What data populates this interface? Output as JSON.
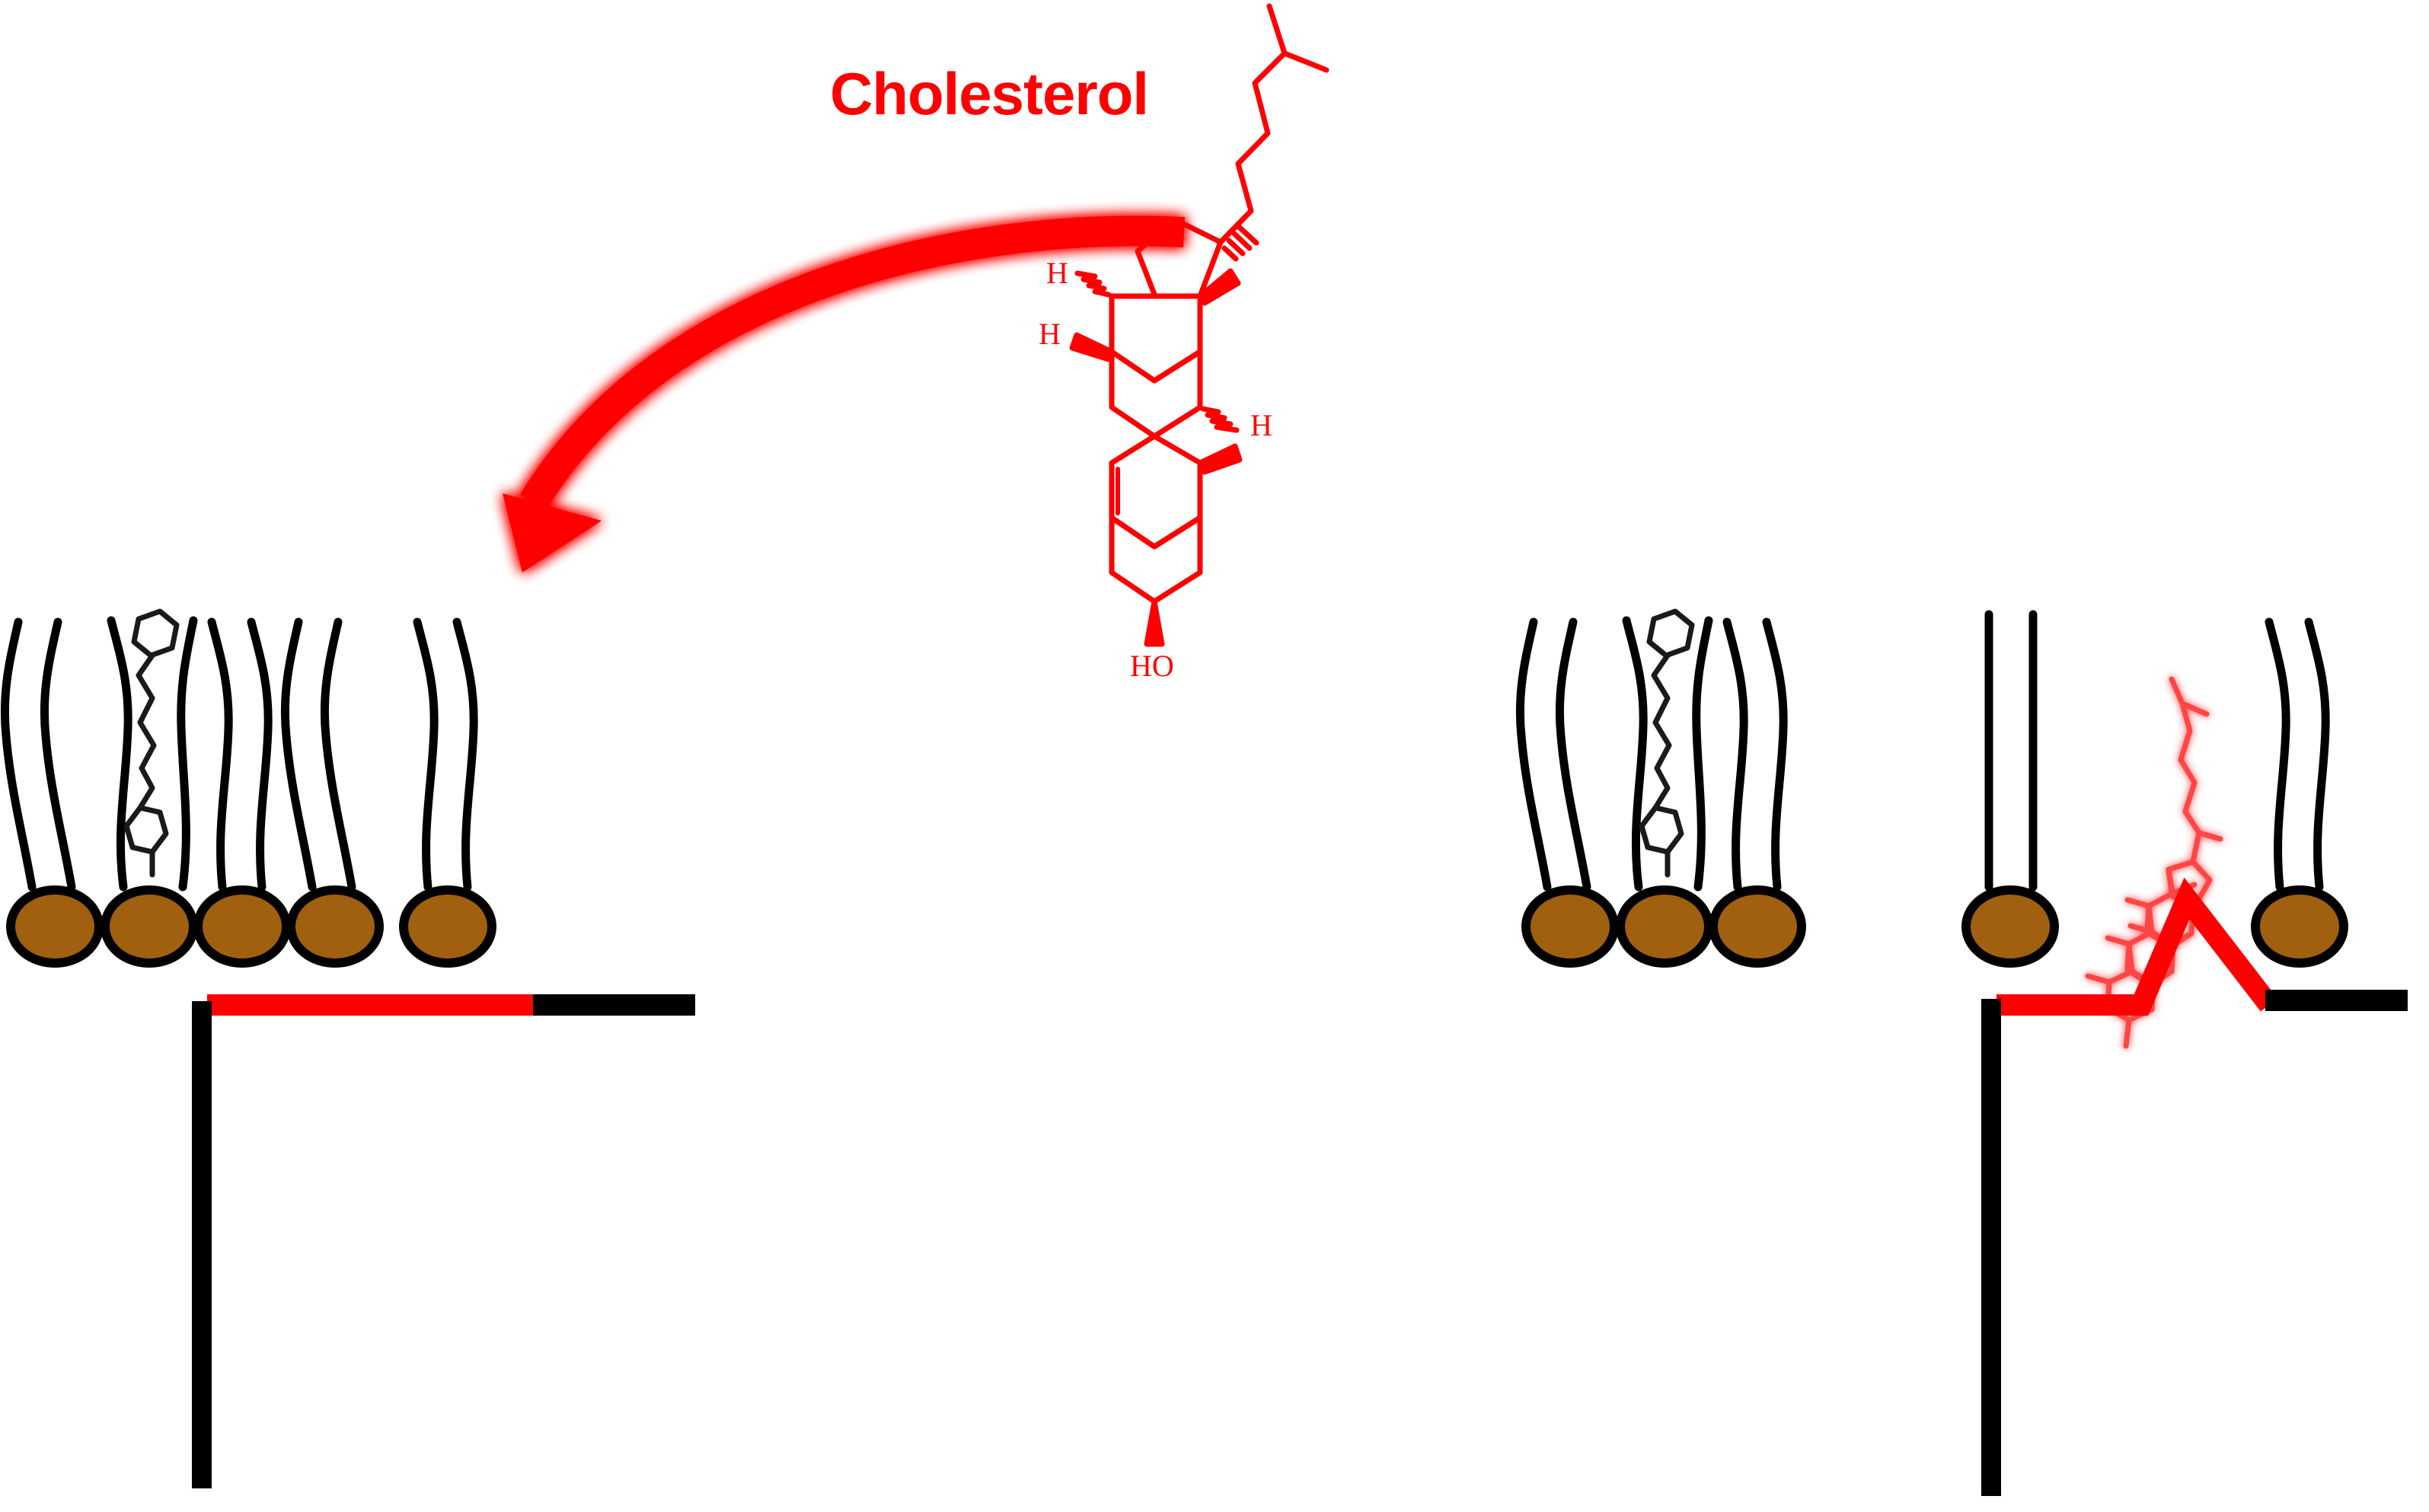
{
  "figure": {
    "kind": "scientific-diagram",
    "subject": "Cholesterol ordering effect on a lipid monolayer",
    "background_color": "#FFFFFF"
  },
  "title": {
    "label": "Cholesterol",
    "color": "#FF0000"
  },
  "colors": {
    "red": "#FF0000",
    "light_red": "#FF4444",
    "black": "#000000",
    "lipid_head_fill": "#A0600F",
    "lipid_head_stroke": "#000000",
    "white": "#FFFFFF"
  },
  "arrow": {
    "name": "cholesterol-insertion-arrow",
    "color": "#FF0000",
    "description": "curved arrow from cholesterol structure down-left into the disordered membrane",
    "has_glow": true
  },
  "molecule_large": {
    "name": "cholesterol-structure",
    "color": "#FF0000",
    "hydroxyl_label": "HO",
    "stereo_labels": [
      "H",
      "H",
      "H"
    ],
    "rings": 4,
    "description": "cholesterol skeletal formula with steroid ring system, isooctyl side chain, 3-beta hydroxyl"
  },
  "molecule_small": {
    "name": "cholesterol-in-membrane",
    "color": "#FF4444",
    "description": "small cholesterol inserted between lipid tails in the ordered membrane"
  },
  "panels": [
    {
      "id": "left",
      "name": "disordered-membrane-panel",
      "lipid_count": 5,
      "tail_state": "disordered",
      "probe": {
        "name": "membrane-probe-molecule",
        "rings": 2,
        "description": "two-ring probe with zigzag linker inside second lipid"
      },
      "baseline": {
        "name": "left-baseline",
        "red_segment": true,
        "black_segment": true,
        "shape": "flat"
      },
      "axis": {
        "name": "left-vertical-axis",
        "color": "#000000"
      }
    },
    {
      "id": "right",
      "name": "ordered-membrane-panel",
      "lipid_count": 5,
      "tail_state": "partially-ordered",
      "straight_tail_lipid_index": 4,
      "probe": {
        "name": "membrane-probe-molecule",
        "rings": 2,
        "description": "two-ring probe with zigzag linker inside second lipid"
      },
      "baseline": {
        "name": "right-baseline",
        "red_segment": true,
        "black_segment": true,
        "shape": "peaked"
      },
      "axis": {
        "name": "right-vertical-axis",
        "color": "#000000"
      }
    }
  ]
}
